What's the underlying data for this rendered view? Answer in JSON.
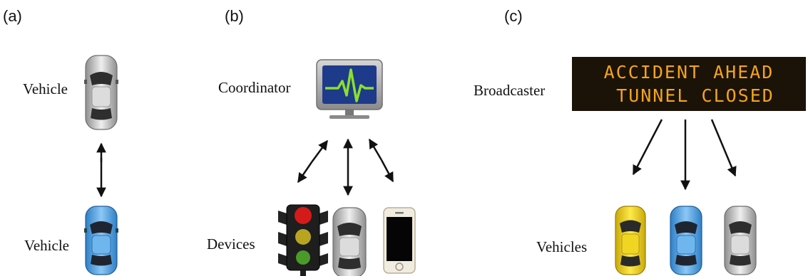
{
  "panels": [
    {
      "label": "(a)",
      "top_label": "Vehicle",
      "bottom_label": "Vehicle"
    },
    {
      "label": "(b)",
      "top_label": "Coordinator",
      "bottom_label": "Devices"
    },
    {
      "label": "(c)",
      "top_label": "Broadcaster",
      "bottom_label": "Vehicles"
    }
  ],
  "sign": {
    "line1": "ACCIDENT AHEAD",
    "line2": "TUNNEL CLOSED"
  },
  "colors": {
    "arrow": "#111111",
    "car_gray": "#bfbfbf",
    "car_blue": "#5aa9ea",
    "car_yellow": "#f2d21a",
    "monitor_screen": "#1e3a8a",
    "monitor_wave": "#8be02c",
    "sign_bg": "#1b1208",
    "sign_text": "#f2a51a"
  },
  "icons": [
    "gray-car-icon",
    "blue-car-icon",
    "yellow-car-icon",
    "monitor-icon",
    "traffic-light-icon",
    "smartphone-icon",
    "message-sign-icon"
  ]
}
